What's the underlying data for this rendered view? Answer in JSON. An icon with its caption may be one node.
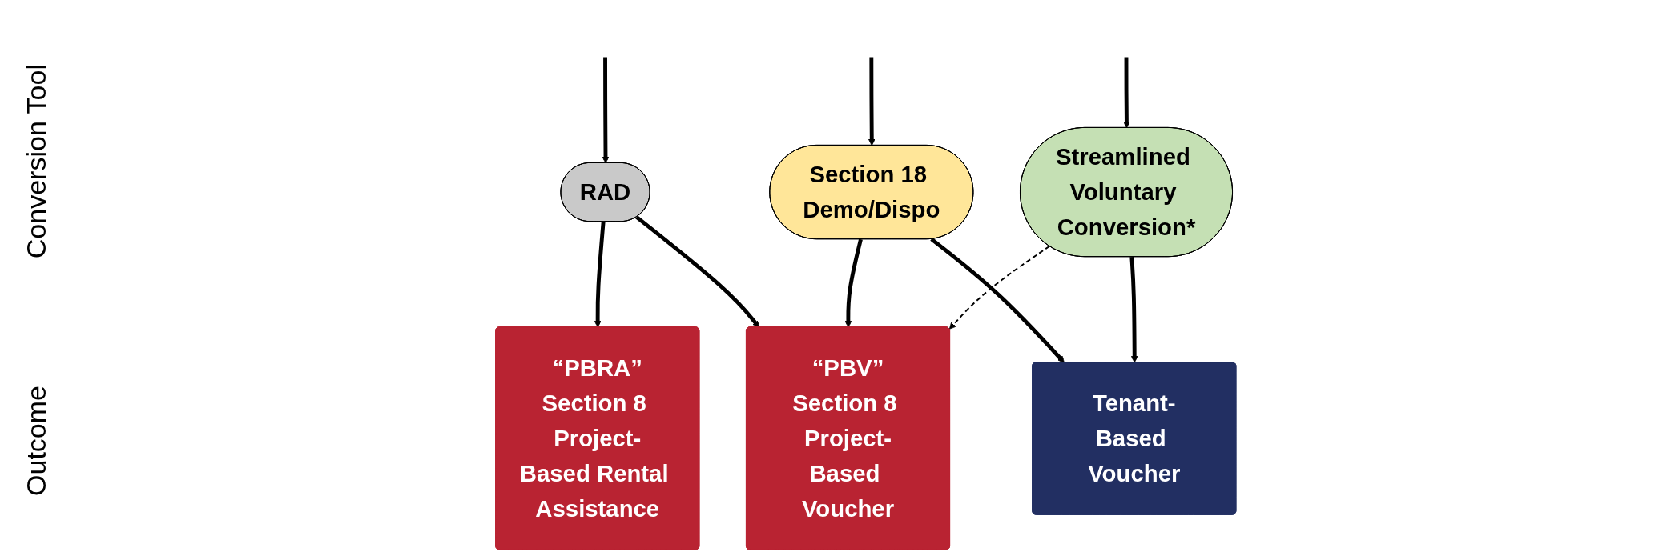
{
  "diagram": {
    "nodes": [
      {
        "text": [
          "RAD"
        ]
      },
      {
        "text": [
          "Section 18 Demo/Dispo"
        ]
      },
      {
        "text": [
          "Streamlined Voluntary Conversion*"
        ]
      },
      {
        "text": [
          "“PBRA”",
          "Section 8 Project-Based Rental Assistance"
        ]
      },
      {
        "text": [
          "“PBV”",
          "Section 8 Project-Based Voucher"
        ]
      },
      {
        "text": [
          "Tenant-Based Voucher"
        ]
      }
    ],
    "edges": [
      {
        "from": null,
        "to": 0,
        "arrow": "to"
      },
      {
        "from": null,
        "to": 1,
        "arrow": "to"
      },
      {
        "from": null,
        "to": 2,
        "arrow": "to"
      },
      {
        "from": 0,
        "to": 3,
        "arrow": "to"
      },
      {
        "from": 0,
        "to": 4,
        "arrow": "to"
      },
      {
        "from": 1,
        "to": 4,
        "arrow": "to"
      },
      {
        "from": 1,
        "to": 5,
        "arrow": "to"
      },
      {
        "from": 2,
        "to": 4,
        "arrow": "to",
        "style": "dashed"
      },
      {
        "from": 2,
        "to": 5,
        "arrow": "to"
      }
    ],
    "labels": [
      "Conversion Tool",
      "Outcome"
    ]
  }
}
